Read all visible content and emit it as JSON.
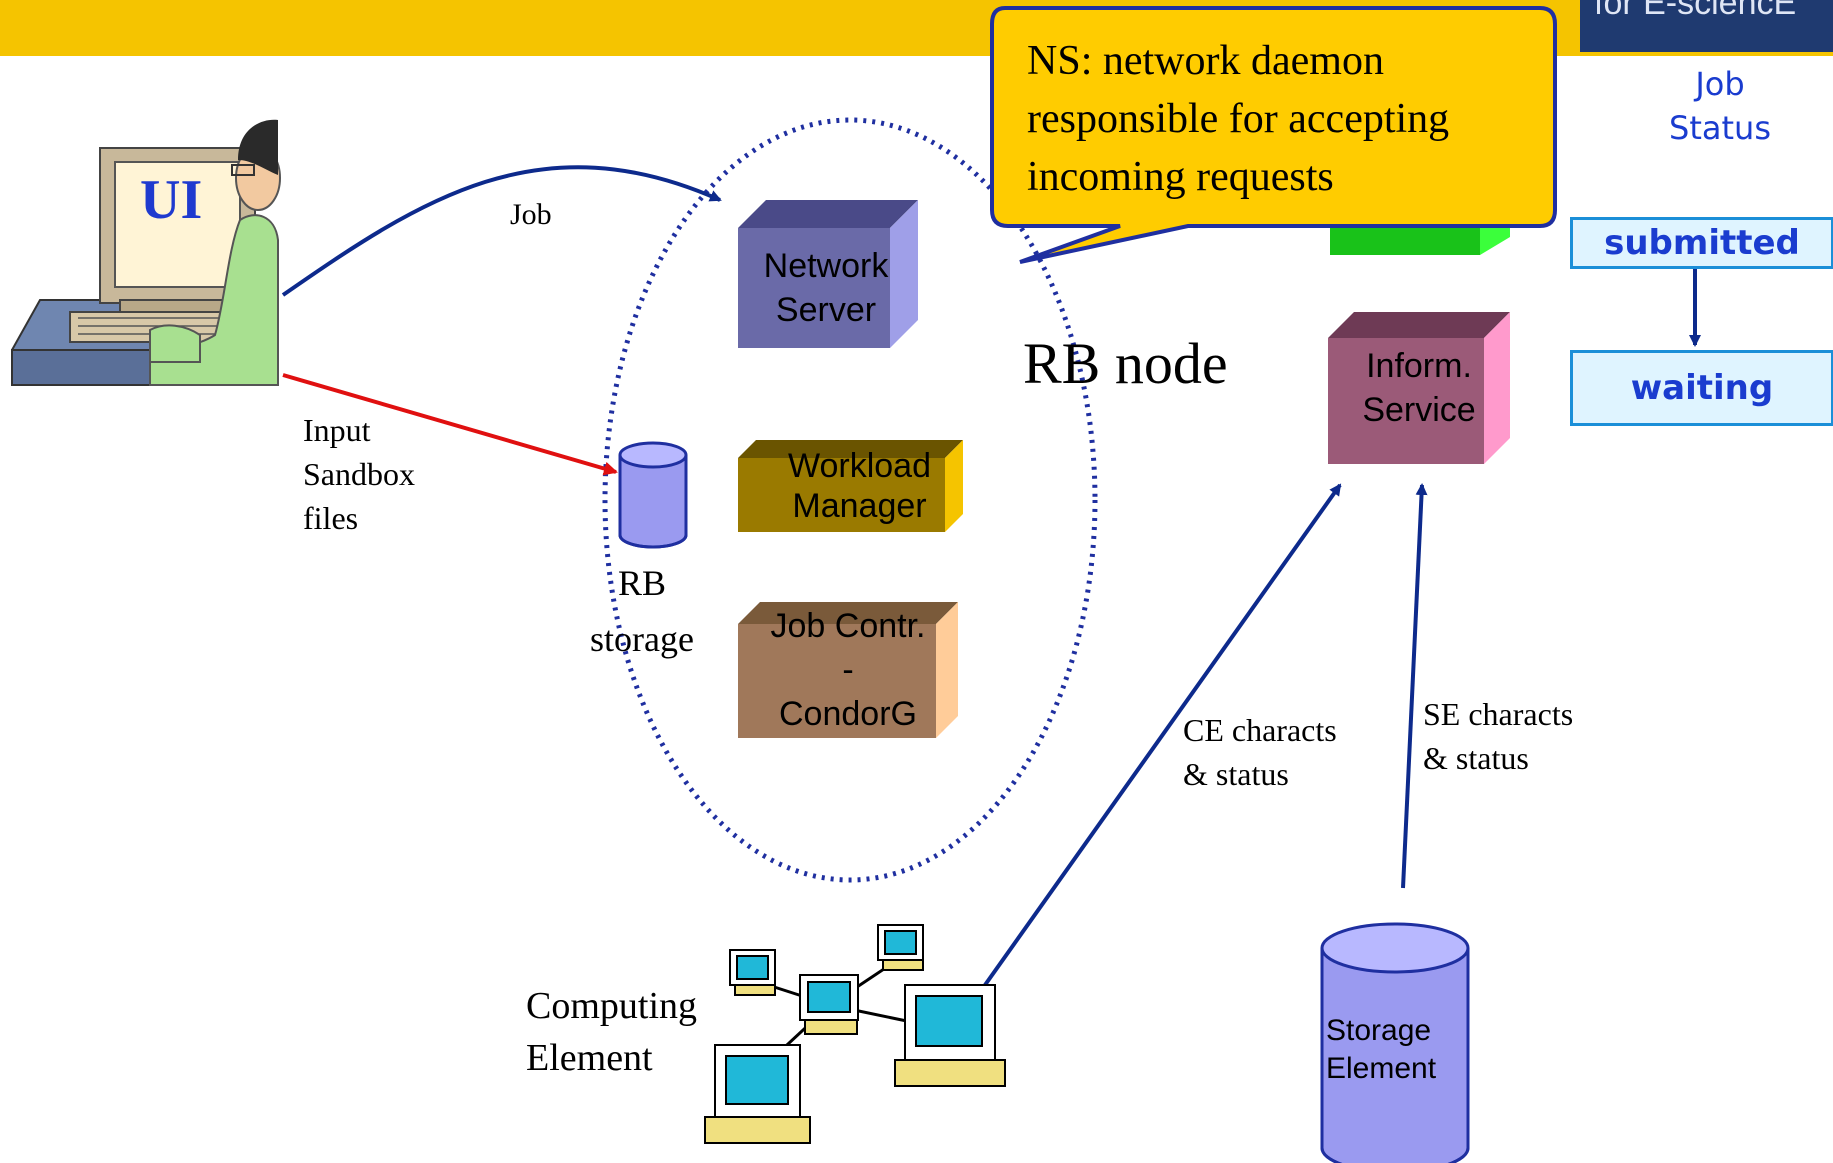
{
  "header": {
    "logo_text": "for E-sciencE"
  },
  "callout": {
    "lines": [
      "NS: network daemon",
      "responsible for accepting",
      "incoming requests"
    ]
  },
  "ui_terminal": {
    "label": "UI"
  },
  "labels": {
    "job": "Job",
    "input_sandbox": [
      "Input",
      "Sandbox",
      "files"
    ],
    "rb_storage": [
      "RB",
      "storage"
    ],
    "rb_node": "RB node",
    "ce_characts": [
      "CE characts",
      "& status"
    ],
    "se_characts": [
      "SE characts",
      "& status"
    ],
    "computing_element": [
      "Computing",
      "Element"
    ]
  },
  "components": {
    "network_server": [
      "Network",
      "Server"
    ],
    "workload_manager": [
      "Workload",
      "Manager"
    ],
    "job_controller": [
      "Job Contr.",
      "-",
      "CondorG"
    ],
    "inform_service": [
      "Inform.",
      "Service"
    ],
    "storage_element": [
      "Storage",
      "Element"
    ]
  },
  "job_status": {
    "title": [
      "Job",
      "Status"
    ],
    "states": [
      "submitted",
      "waiting"
    ]
  },
  "colors": {
    "header_bar": "#f5c400",
    "network_server": "#6a6aa8",
    "workload_manager": "#9a7a00",
    "job_controller": "#a0785a",
    "inform_service": "#9b5a78",
    "storage": "#9a9af0",
    "callout": "#ffcc00",
    "status_text": "#1a3ccf"
  }
}
